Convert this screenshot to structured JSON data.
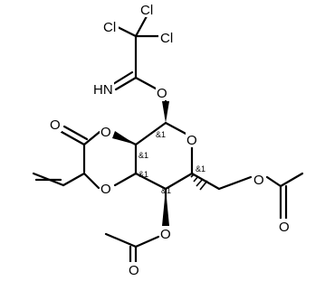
{
  "molecule": {
    "atoms": {
      "cl_top": "Cl",
      "cl_left": "Cl",
      "cl_right": "Cl",
      "imine_nh": "HN",
      "o_imidate": "O",
      "o_ring": "O",
      "o_acetate_c2": "O",
      "o_carbonyl_c2": "O",
      "o_allyl_ether": "O",
      "o_acetate_c4": "O",
      "o_carbonyl_c4": "O",
      "o_acetate_c6": "O",
      "o_carbonyl_c6": "O"
    },
    "stereo_labels": {
      "c1": "&1",
      "c2": "&1",
      "c3": "&1",
      "c4": "&1",
      "c5": "&1"
    }
  }
}
